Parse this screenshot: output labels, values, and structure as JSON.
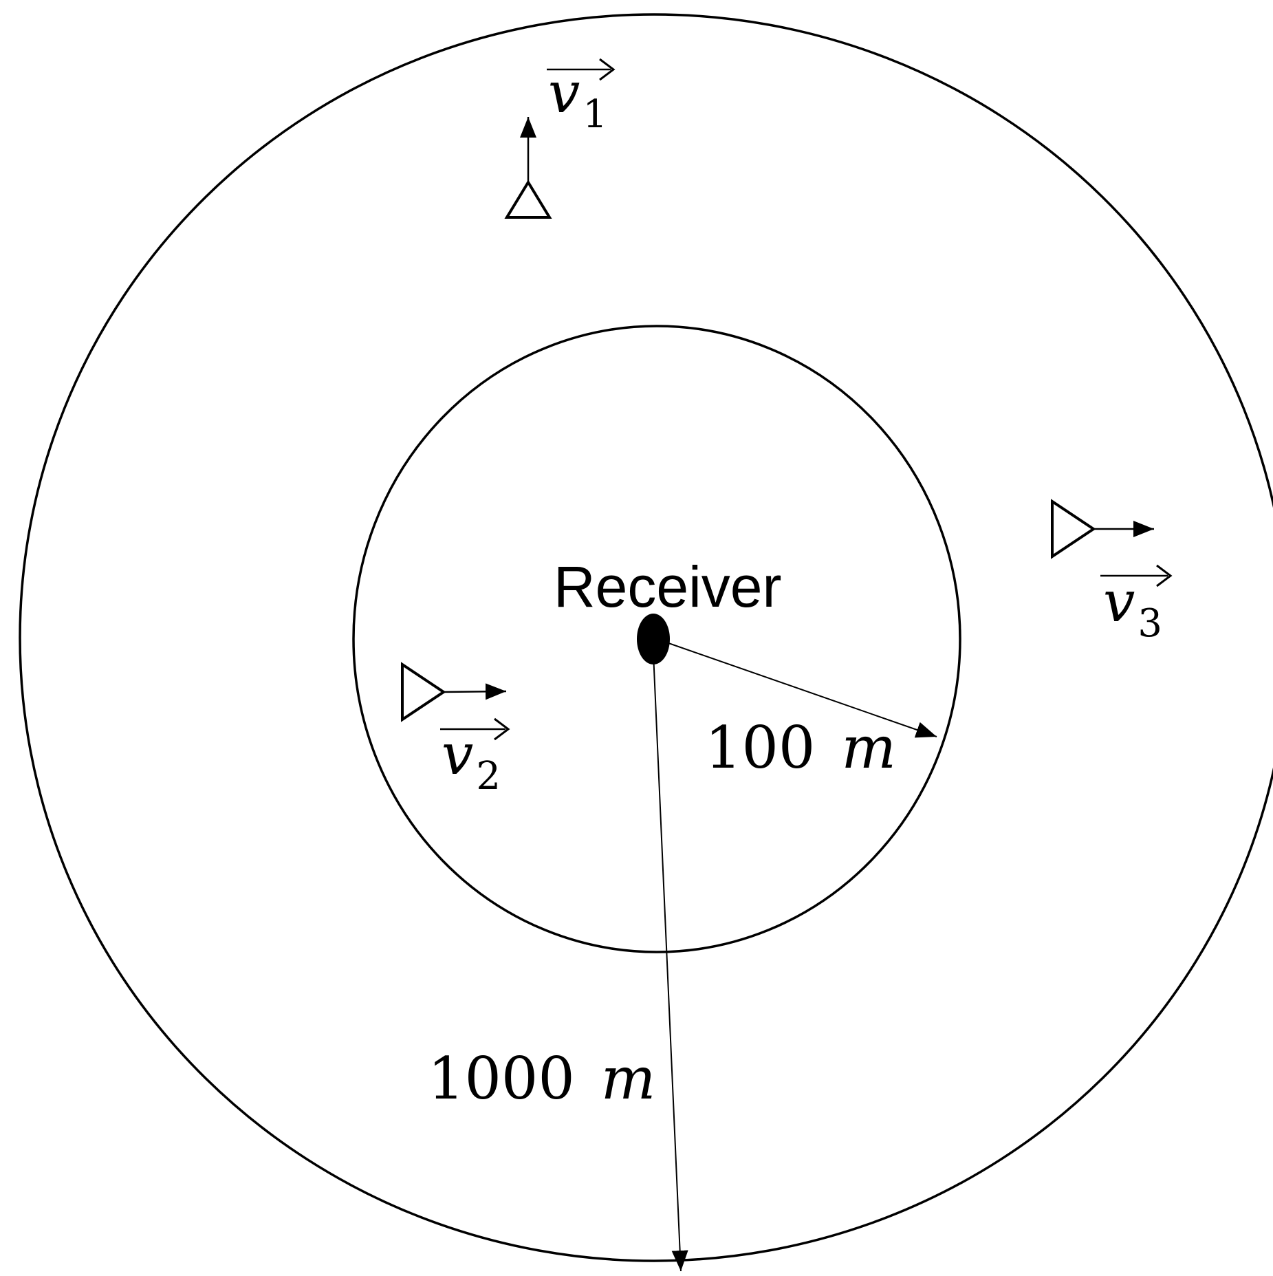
{
  "receiver": {
    "label": "Receiver"
  },
  "radii": {
    "inner_label": "100",
    "inner_unit": "m",
    "outer_label": "1000",
    "outer_unit": "m"
  },
  "transmitters": [
    {
      "symbol": "v",
      "subscript": "1",
      "direction": "up"
    },
    {
      "symbol": "v",
      "subscript": "2",
      "direction": "right"
    },
    {
      "symbol": "v",
      "subscript": "3",
      "direction": "right"
    }
  ]
}
